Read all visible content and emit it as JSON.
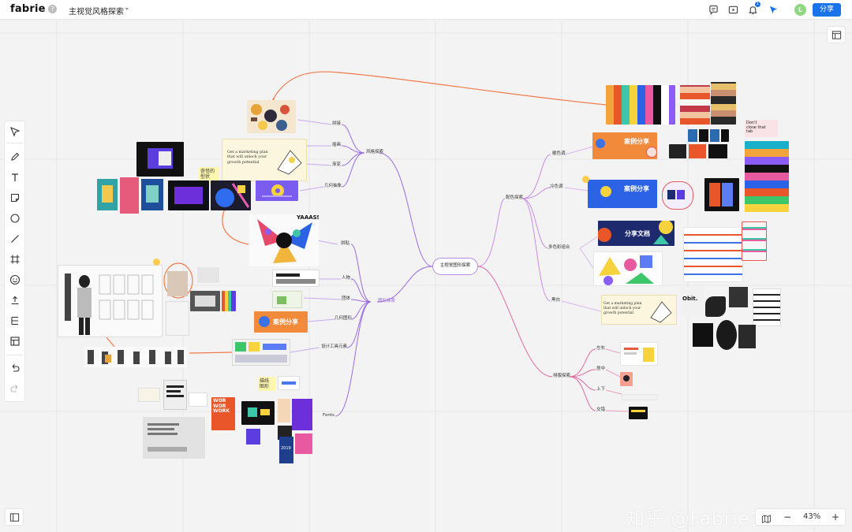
{
  "app": {
    "logo": "fabrie",
    "help_glyph": "?",
    "document_title": "主视觉风格探索",
    "notification_count": "1",
    "user_initial": "L",
    "share_label": "分享"
  },
  "colors": {
    "accent": "#1a73e8",
    "branch_left": "#9b6be0",
    "branch_right_top": "#c98be8",
    "branch_right_bottom": "#e06aa0",
    "connector": "#f07a4a",
    "canvas": "#f3f3f3"
  },
  "icons": {
    "comment": "comment-icon",
    "present": "present-icon",
    "bell": "bell-icon",
    "follow": "follow-cursor-icon",
    "panel": "layout-panel-icon"
  },
  "toolbar": {
    "tools": [
      "select-icon",
      "pen-icon",
      "text-icon",
      "sticky-note-icon",
      "shape-icon",
      "line-icon",
      "frame-icon",
      "sticker-icon",
      "upload-icon",
      "mindmap-icon",
      "template-icon",
      "undo-icon",
      "redo-icon"
    ]
  },
  "zoom": {
    "minus": "−",
    "value": "43%",
    "plus": "+"
  },
  "watermark": "知乎 @Fabrie文档",
  "mindmap": {
    "center": "主视觉图形探索",
    "left_branches": [
      {
        "label": "风格探索",
        "children": [
          "拼接",
          "插画",
          "渐变",
          "几何抽象"
        ]
      },
      {
        "label": "图形探索",
        "children": [
          "拼贴",
          "人物",
          "团体",
          "几何图形",
          "设计工具元素",
          "Fonts"
        ]
      }
    ],
    "right_branches": [
      {
        "label": "配色探索",
        "children": [
          "暖色调",
          "冷色调",
          "多色彩组合",
          "黑白"
        ]
      },
      {
        "label": "排版探索",
        "children": [
          "左右",
          "居中",
          "上下",
          "交错"
        ]
      }
    ],
    "notes": [
      "奇怪的\n型状",
      "描线\n图形"
    ],
    "case_cards": [
      "案例分享",
      "案例分享",
      "案例分享",
      "分享文档"
    ],
    "blurbs": [
      "Get a marketing plan that will unlock your growth potential",
      "Get a marketing plan that will unlock your growth potential",
      "YAAASS!",
      "Don't close that tab",
      "Obit.",
      "WOR WOR WORK",
      "2019"
    ]
  }
}
